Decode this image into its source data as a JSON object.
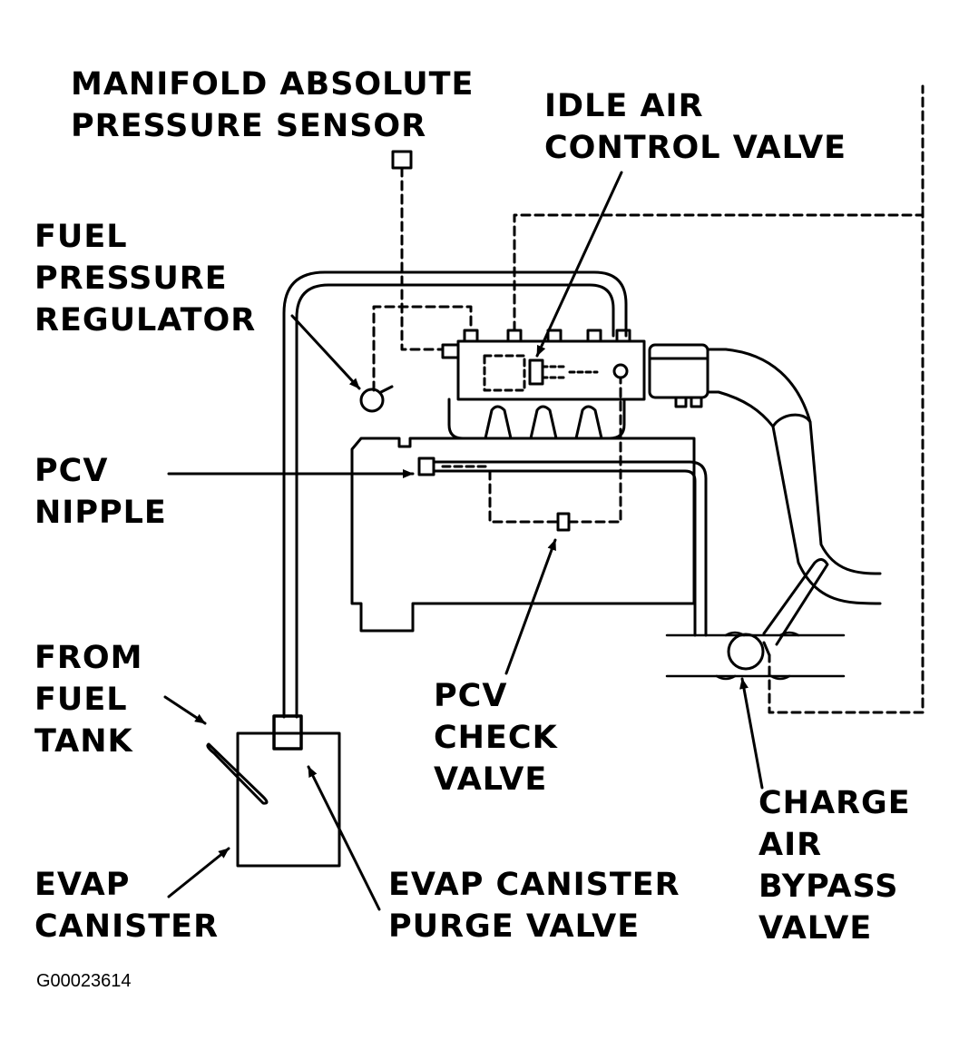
{
  "labels": {
    "map_sensor": [
      "MANIFOLD ABSOLUTE",
      "PRESSURE SENSOR"
    ],
    "iac_valve": [
      "IDLE AIR",
      "CONTROL VALVE"
    ],
    "fuel_pressure_regulator": [
      "FUEL",
      "PRESSURE",
      "REGULATOR"
    ],
    "pcv_nipple": [
      "PCV",
      "NIPPLE"
    ],
    "from_fuel_tank": [
      "FROM",
      "FUEL",
      "TANK"
    ],
    "pcv_check_valve": [
      "PCV",
      "CHECK",
      "VALVE"
    ],
    "charge_air_bypass_valve": [
      "CHARGE",
      "AIR",
      "BYPASS",
      "VALVE"
    ],
    "evap_canister": [
      "EVAP",
      "CANISTER"
    ],
    "evap_canister_purge_valve": [
      "EVAP CANISTER",
      "PURGE VALVE"
    ]
  },
  "figure_code": "G00023614",
  "colors": {
    "ink": "#000000",
    "paper": "#ffffff"
  }
}
